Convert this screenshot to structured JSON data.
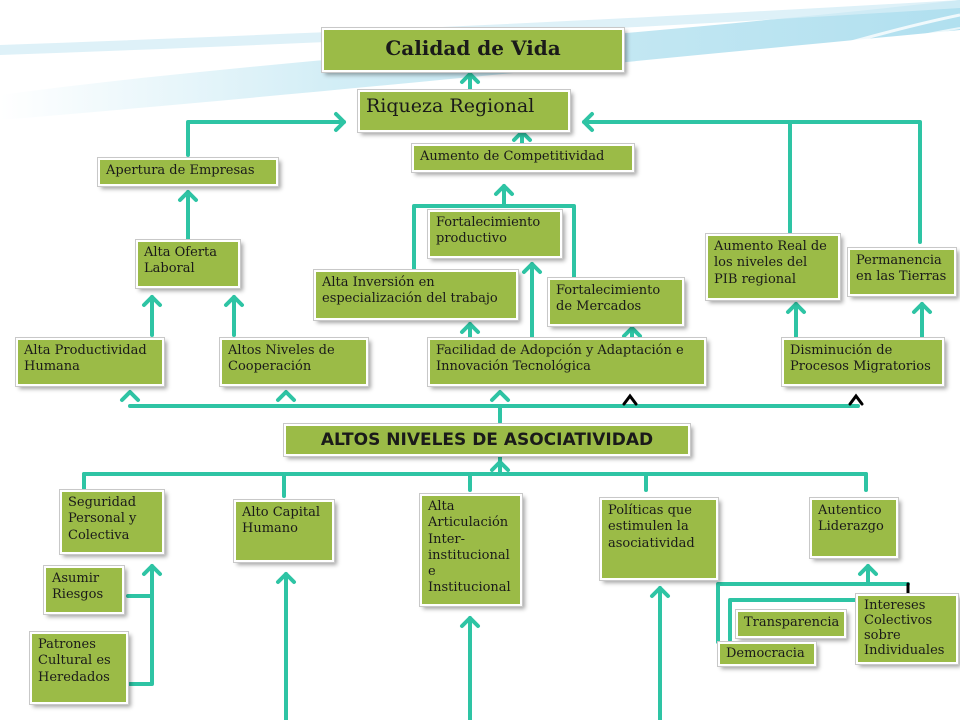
{
  "colors": {
    "box_fill": "#9bbb47",
    "connector": "#2ec4a4"
  },
  "nodes": {
    "calidad": "Calidad de Vida",
    "riqueza": "Riqueza Regional",
    "competitividad": "Aumento de Competitividad",
    "apertura": "Apertura de Empresas",
    "oferta_laboral": "Alta Oferta Laboral",
    "fortalecimiento_productivo": "Fortalecimiento productivo",
    "inversion": "Alta Inversión en especialización del trabajo",
    "mercados": "Fortalecimiento de Mercados",
    "pib": "Aumento Real de los niveles del PIB regional",
    "permanencia": "Permanencia en las Tierras",
    "productividad": "Alta Productividad Humana",
    "cooperacion": "Altos Niveles de Cooperación",
    "adopcion": "Facilidad de Adopción y Adaptación e Innovación Tecnológica",
    "migratorios": "Disminución de Procesos Migratorios",
    "asociatividad": "ALTOS NIVELES DE ASOCIATIVIDAD",
    "seguridad": "Seguridad Personal y Colectiva",
    "capital": "Alto Capital Humano",
    "articulacion": "Alta Articulación Inter-institucional e Institucional",
    "politicas": "Políticas que estimulen la asociatividad",
    "liderazgo": "Autentico Liderazgo",
    "riesgos": "Asumir Riesgos",
    "patrones": "Patrones Cultural es Heredados",
    "transparencia": "Transparencia",
    "democracia": "Democracia",
    "intereses": "Intereses Colectivos sobre Individuales"
  }
}
